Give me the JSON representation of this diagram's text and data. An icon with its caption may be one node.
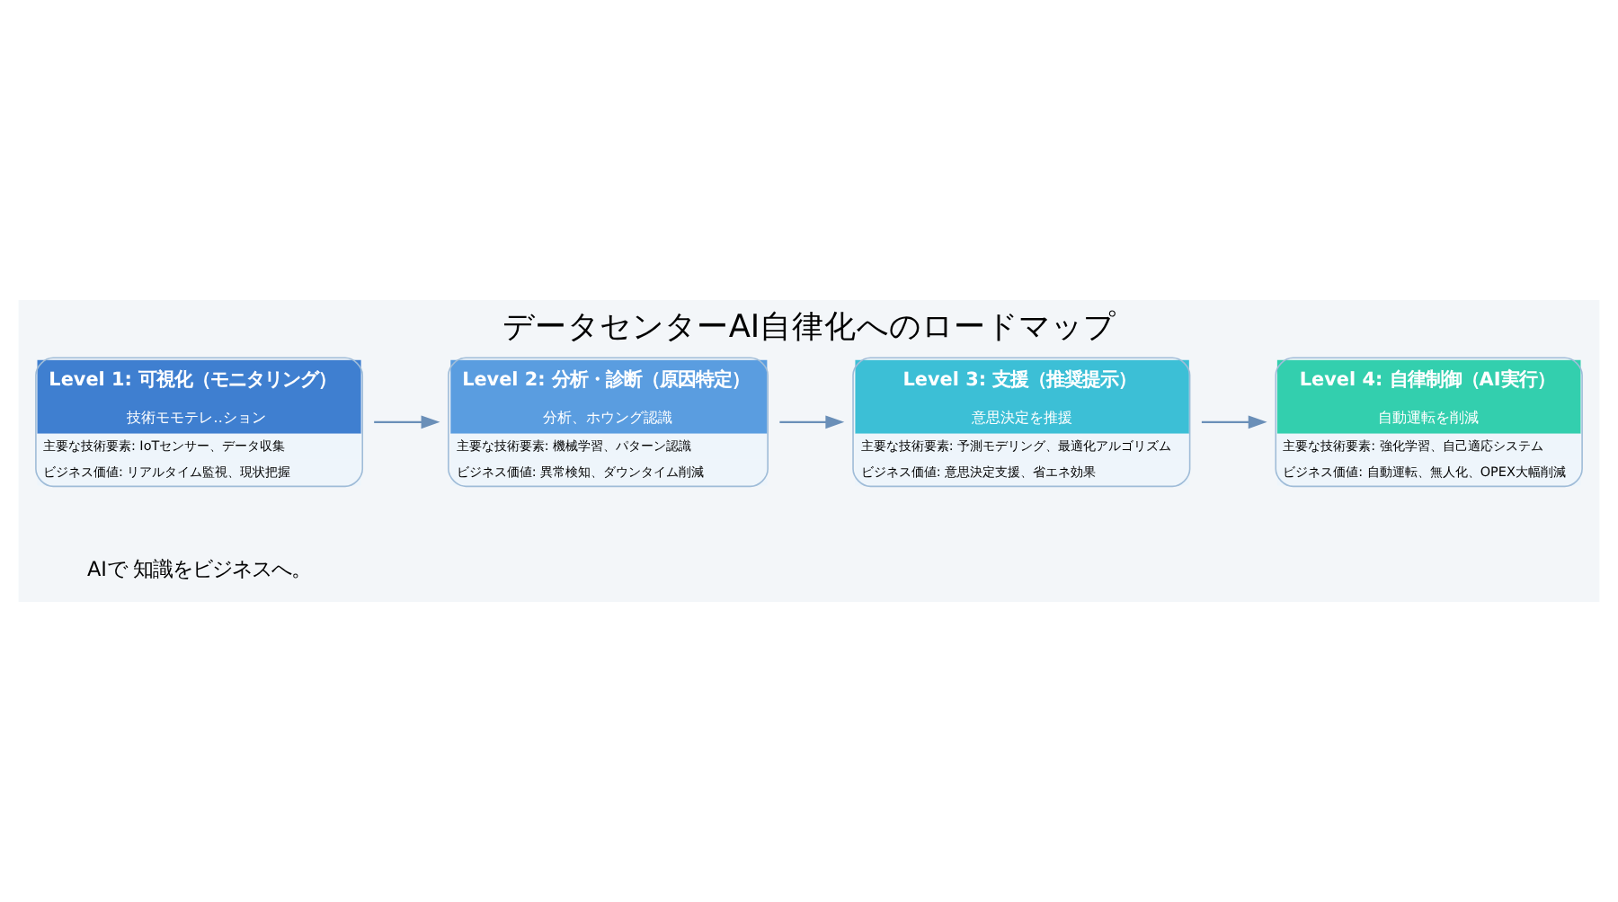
{
  "diagram": {
    "title": "データセンターAI自律化へのロードマップ",
    "nodes": [
      {
        "text": [
          "Level 1: 可視化（モニタリング）",
          "技術モモテレ‥ション",
          "主要な技術要素: IoTセンサー、データ収集",
          "ビジネス価値: リアルタイム監視、現状把握"
        ]
      },
      {
        "text": [
          "Level 2: 分析・診断（原因特定）",
          "分析、ホウング認識",
          "主要な技術要素: 機械学習、パターン認識",
          "ビジネス価値: 異常検知、ダウンタイム削減"
        ]
      },
      {
        "text": [
          "Level 3: 支援（推奨提示）",
          "意思決定を推援",
          "主要な技術要素: 予測モデリング、最適化アルゴリズム",
          "ビジネス価値: 意思決定支援、省エネ効果"
        ]
      },
      {
        "text": [
          "Level 4: 自律制御（AI実行）",
          "自動運転を削減",
          "主要な技術要素: 強化学習、自己適応システム",
          "ビジネス価値: 自動運転、無人化、OPEX大幅削減"
        ]
      }
    ],
    "edges": [
      {
        "from": 0,
        "to": 1,
        "arrow": "to"
      },
      {
        "from": 1,
        "to": 2,
        "arrow": "to"
      },
      {
        "from": 2,
        "to": 3,
        "arrow": "to"
      }
    ],
    "labels": [
      "AIで 知識をビジネスへ。"
    ]
  }
}
